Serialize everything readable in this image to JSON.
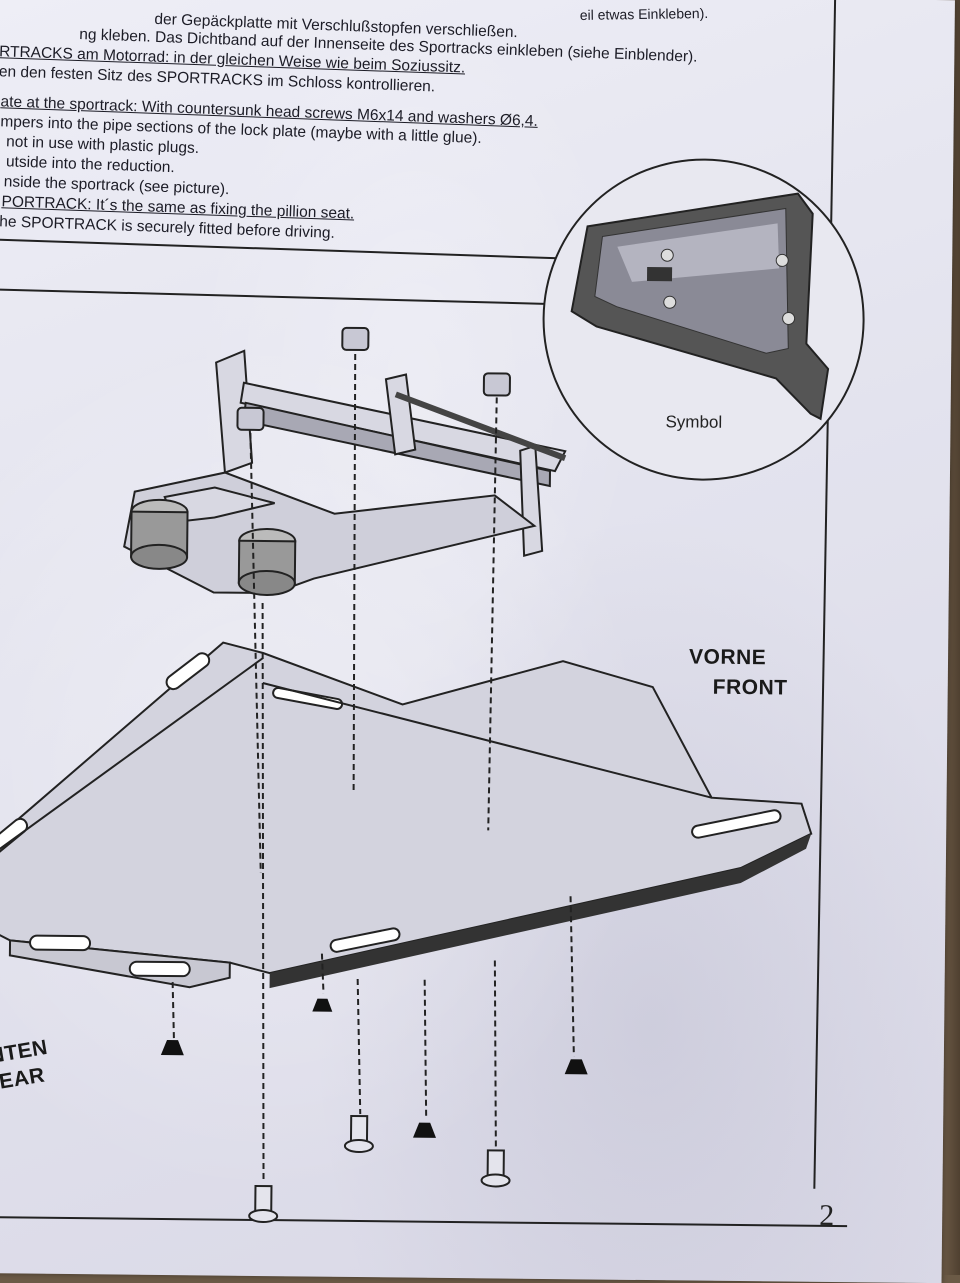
{
  "instructions": {
    "lines": [
      "der Gepäckplatte mit Verschlußstopfen verschließen.",
      "ng kleben. Das Dichtband auf der Innenseite des Sportracks einkleben (siehe Einblender).",
      "RTRACKS am Motorrad: in der gleichen Weise wie beim Soziussitz.",
      "en den festen Sitz des SPORTRACKS im Schloss kontrollieren.",
      "ate at the sportrack: With countersunk head screws M6x14 and washers Ø6,4.",
      "mpers into the pipe sections of the lock plate (maybe with a little glue).",
      "not in use with plastic plugs.",
      "utside into the reduction.",
      "nside the sportrack (see picture).",
      "PORTRACK: It´s the same as fixing the pillion seat.",
      "he SPORTRACK is securely fitted before driving."
    ],
    "top_fragment": "eil etwas Einkleben)."
  },
  "inset": {
    "label": "Symbol"
  },
  "diagram": {
    "front_label_de": "VORNE",
    "front_label_en": "FRONT",
    "rear_label_de": "NTEN",
    "rear_label_en": "REAR"
  },
  "page_number": "2"
}
